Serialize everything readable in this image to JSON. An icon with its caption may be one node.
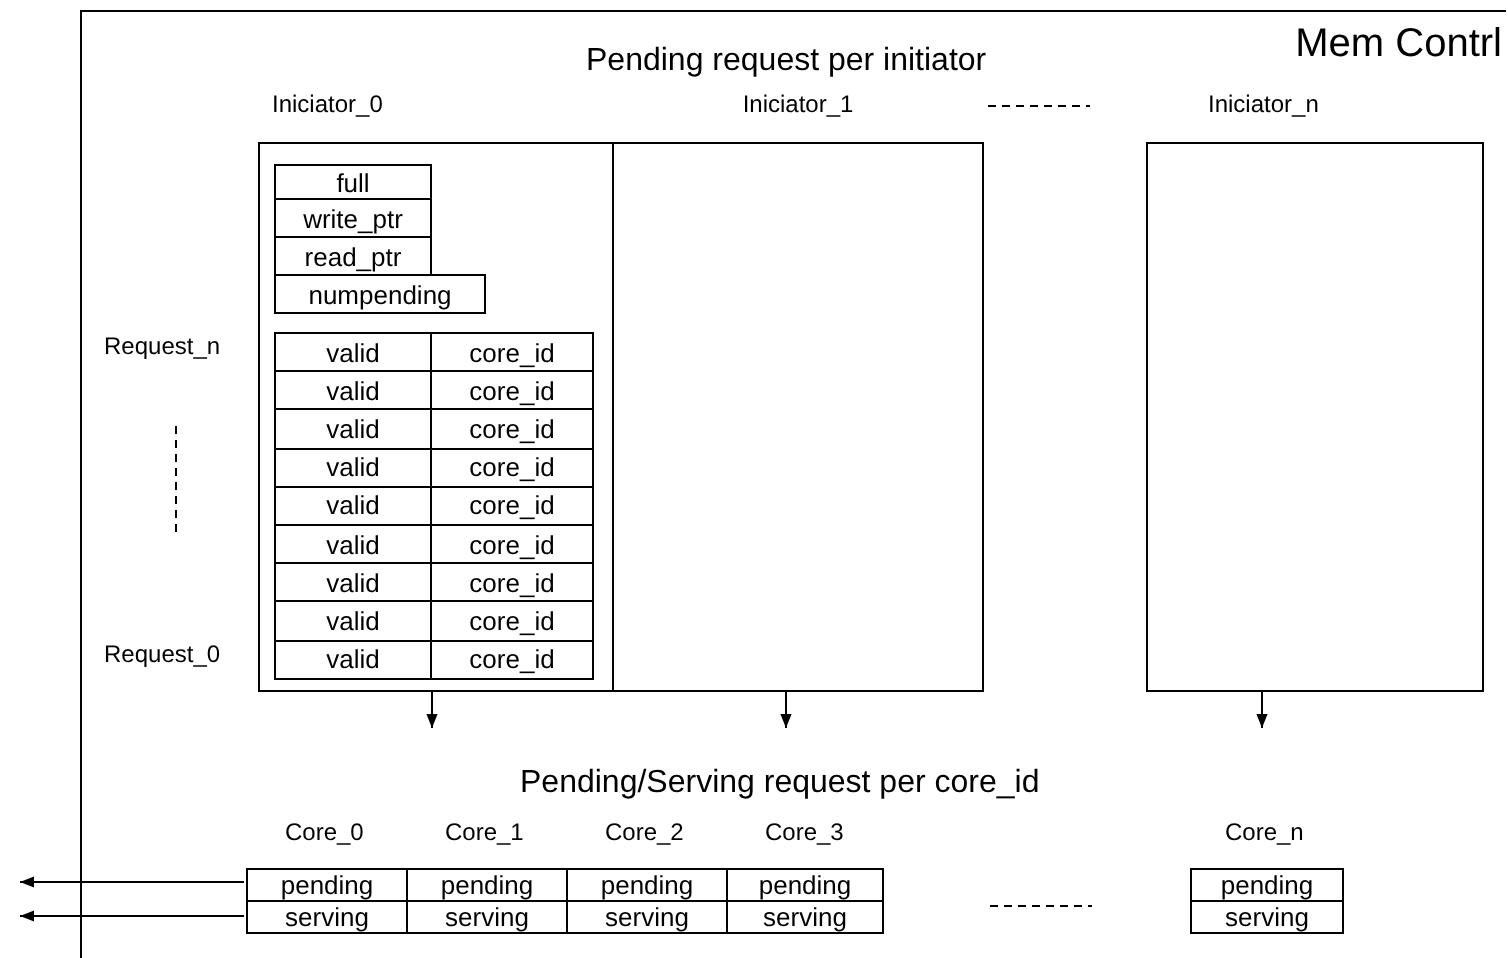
{
  "diagram": {
    "nodes": [
      {
        "text": [
          "Mem Contrl"
        ]
      },
      {
        "text": [
          "Iniciator_0"
        ],
        "in": 0
      },
      {
        "text": [
          "full"
        ],
        "in": 1
      },
      {
        "text": [
          "write_ptr"
        ],
        "in": 1
      },
      {
        "text": [
          "read_ptr"
        ],
        "in": 1
      },
      {
        "text": [
          "numpending"
        ],
        "in": 1
      },
      {
        "text": [
          "valid"
        ],
        "in": 1
      },
      {
        "text": [
          "core_id"
        ],
        "in": 1
      },
      {
        "text": [
          "valid"
        ],
        "in": 1
      },
      {
        "text": [
          "core_id"
        ],
        "in": 1
      },
      {
        "text": [
          "valid"
        ],
        "in": 1
      },
      {
        "text": [
          "core_id"
        ],
        "in": 1
      },
      {
        "text": [
          "valid"
        ],
        "in": 1
      },
      {
        "text": [
          "core_id"
        ],
        "in": 1
      },
      {
        "text": [
          "valid"
        ],
        "in": 1
      },
      {
        "text": [
          "core_id"
        ],
        "in": 1
      },
      {
        "text": [
          "valid"
        ],
        "in": 1
      },
      {
        "text": [
          "core_id"
        ],
        "in": 1
      },
      {
        "text": [
          "valid"
        ],
        "in": 1
      },
      {
        "text": [
          "core_id"
        ],
        "in": 1
      },
      {
        "text": [
          "valid"
        ],
        "in": 1
      },
      {
        "text": [
          "core_id"
        ],
        "in": 1
      },
      {
        "text": [
          "valid"
        ],
        "in": 1
      },
      {
        "text": [
          "core_id"
        ],
        "in": 1
      },
      {
        "text": [
          "Iniciator_1"
        ],
        "in": 0
      },
      {
        "text": [
          "Iniciator_n"
        ],
        "in": 0
      },
      {
        "text": [
          "pending"
        ],
        "in": 0
      },
      {
        "text": [
          "serving"
        ],
        "in": 0
      },
      {
        "text": [
          "pending"
        ],
        "in": 0
      },
      {
        "text": [
          "serving"
        ],
        "in": 0
      },
      {
        "text": [
          "pending"
        ],
        "in": 0
      },
      {
        "text": [
          "serving"
        ],
        "in": 0
      },
      {
        "text": [
          "pending"
        ],
        "in": 0
      },
      {
        "text": [
          "serving"
        ],
        "in": 0
      },
      {
        "text": [
          "pending"
        ],
        "in": 0
      },
      {
        "text": [
          "serving"
        ],
        "in": 0
      }
    ],
    "edges": [
      {
        "from": 1,
        "to": null,
        "arrow": "to"
      },
      {
        "from": 24,
        "to": null,
        "arrow": "to"
      },
      {
        "from": 25,
        "to": null,
        "arrow": "to"
      },
      {
        "from": 26,
        "to": null,
        "arrow": "to"
      },
      {
        "from": 27,
        "to": null,
        "arrow": "to"
      }
    ],
    "labels": [
      "Pending request per initiator",
      "Request_n",
      "Request_0",
      "Pending/Serving request per core_id",
      "Core_0",
      "Core_1",
      "Core_2",
      "Core_3",
      "Core_n"
    ]
  }
}
